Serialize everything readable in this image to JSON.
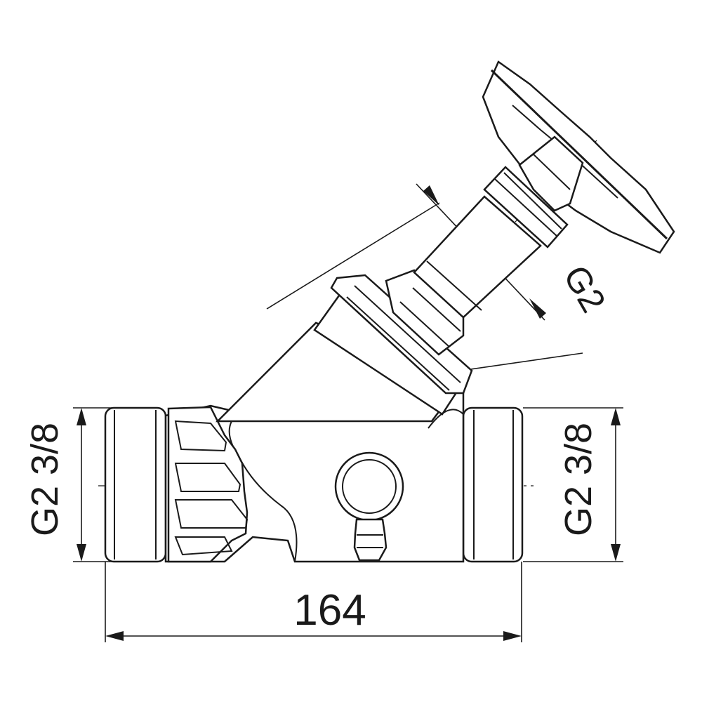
{
  "dimensions": {
    "inlet_thread": "G2 3/8",
    "outlet_thread": "G2 3/8",
    "bonnet_thread": "G2",
    "overall_length": "164"
  }
}
